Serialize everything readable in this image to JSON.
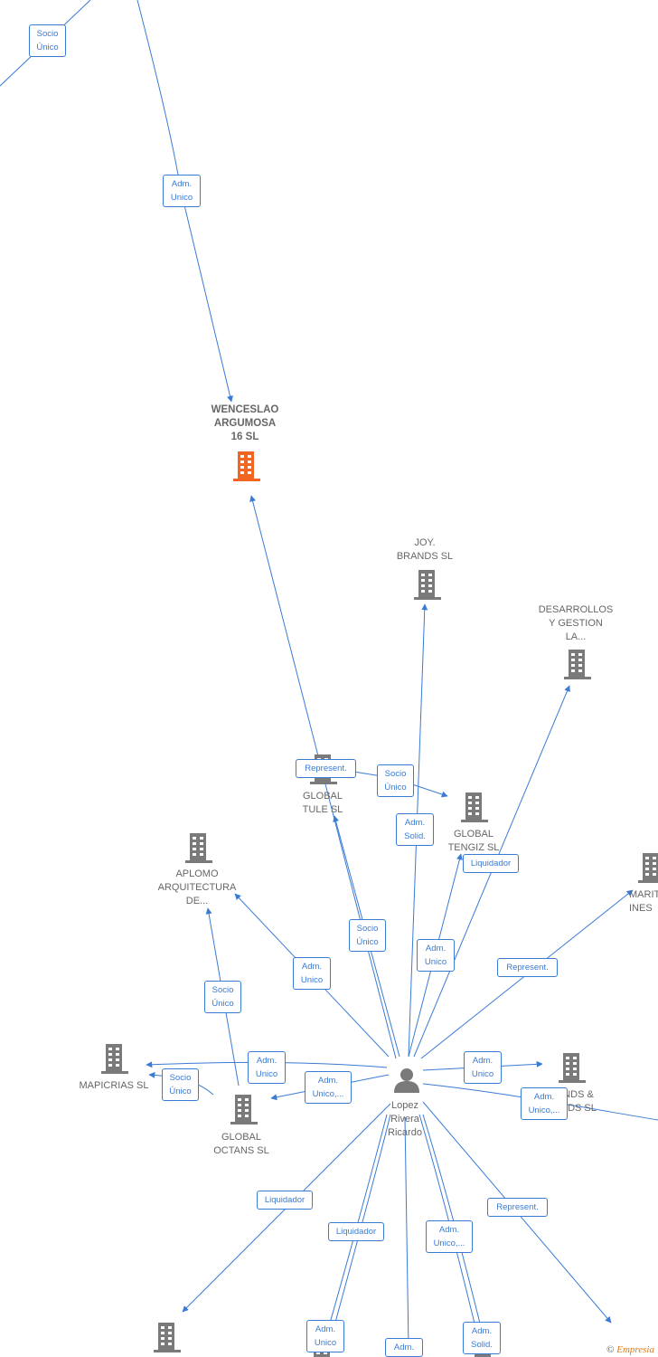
{
  "colors": {
    "edge": "#3a7bd5",
    "main_company": "#f26522",
    "company": "#7a7a7a",
    "person": "#7a7a7a"
  },
  "center_person": {
    "name": "Lopez\nRivera\nRicardo",
    "icon": "person-icon"
  },
  "companies": [
    {
      "id": "wenceslao",
      "label": "WENCESLAO\nARGUMOSA\n16  SL",
      "highlight": true
    },
    {
      "id": "joy",
      "label": "JOY.\nBRANDS SL"
    },
    {
      "id": "desarrollos",
      "label": "DESARROLLOS\nY GESTION\nLA..."
    },
    {
      "id": "tule",
      "label": "GLOBAL\nTULE  SL"
    },
    {
      "id": "tengiz",
      "label": "GLOBAL\nTENGIZ  SL"
    },
    {
      "id": "aplomo",
      "label": "APLOMO\nARQUITECTURA\nDE..."
    },
    {
      "id": "marit",
      "label": "MARIT\nINES"
    },
    {
      "id": "mapicrias",
      "label": "MAPICRIAS SL"
    },
    {
      "id": "octans",
      "label": "GLOBAL\nOCTANS  SL"
    },
    {
      "id": "brands",
      "label": "NDS &\nNDS  SL"
    },
    {
      "id": "bottom1",
      "label": ""
    },
    {
      "id": "bottom2",
      "label": ""
    },
    {
      "id": "bottom3",
      "label": ""
    }
  ],
  "roles": [
    "Socio\nÚnico",
    "Adm.\nUnico",
    "Represent.",
    "Socio\nÚnico",
    "Adm.\nSolid.",
    "Liquidador",
    "Socio\nÚnico",
    "Adm.\nUnico",
    "Adm.\nUnico",
    "Socio\nÚnico",
    "Represent.",
    "Adm.\nUnico",
    "Adm.\nUnico,...",
    "Socio\nÚnico",
    "Adm.\nUnico",
    "Adm.\nUnico,...",
    "Liquidador",
    "Liquidador",
    "Adm.\nUnico,...",
    "Represent.",
    "Adm.\nUnico",
    "Adm.",
    "Adm.\nSolid."
  ],
  "copyright": {
    "symbol": "©",
    "brand": "Empresia"
  }
}
